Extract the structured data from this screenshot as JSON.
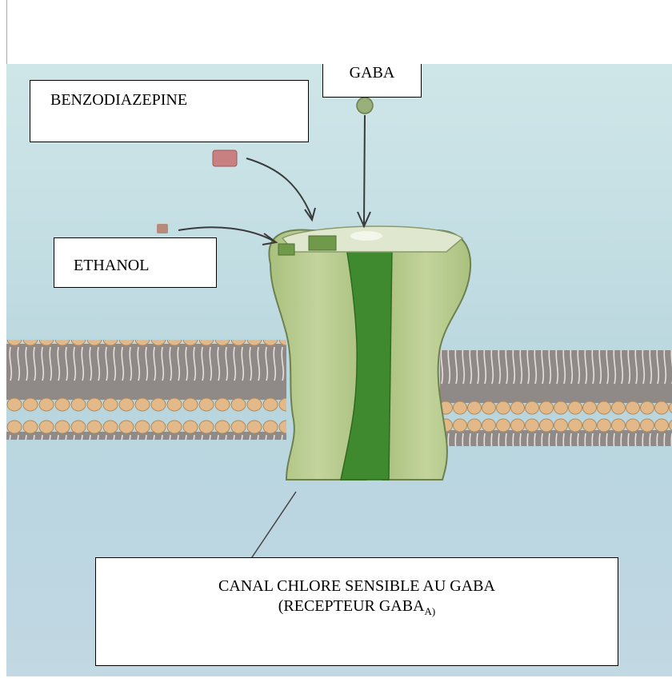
{
  "labels": {
    "benzodiazepine": "BENZODIAZEPINE",
    "gaba": "GABA",
    "ethanol": "ETHANOL",
    "channel_line1": "CANAL CHLORE SENSIBLE AU GABA",
    "channel_line2_main": "(RECEPTEUR GABA",
    "channel_line2_sub": "A)"
  },
  "colors": {
    "membrane_heads": "#e3b98a",
    "membrane_core": "#8f8a88",
    "channel_light": "#b5c98b",
    "channel_dark": "#3f8a2e",
    "background": "#c3dee3"
  }
}
